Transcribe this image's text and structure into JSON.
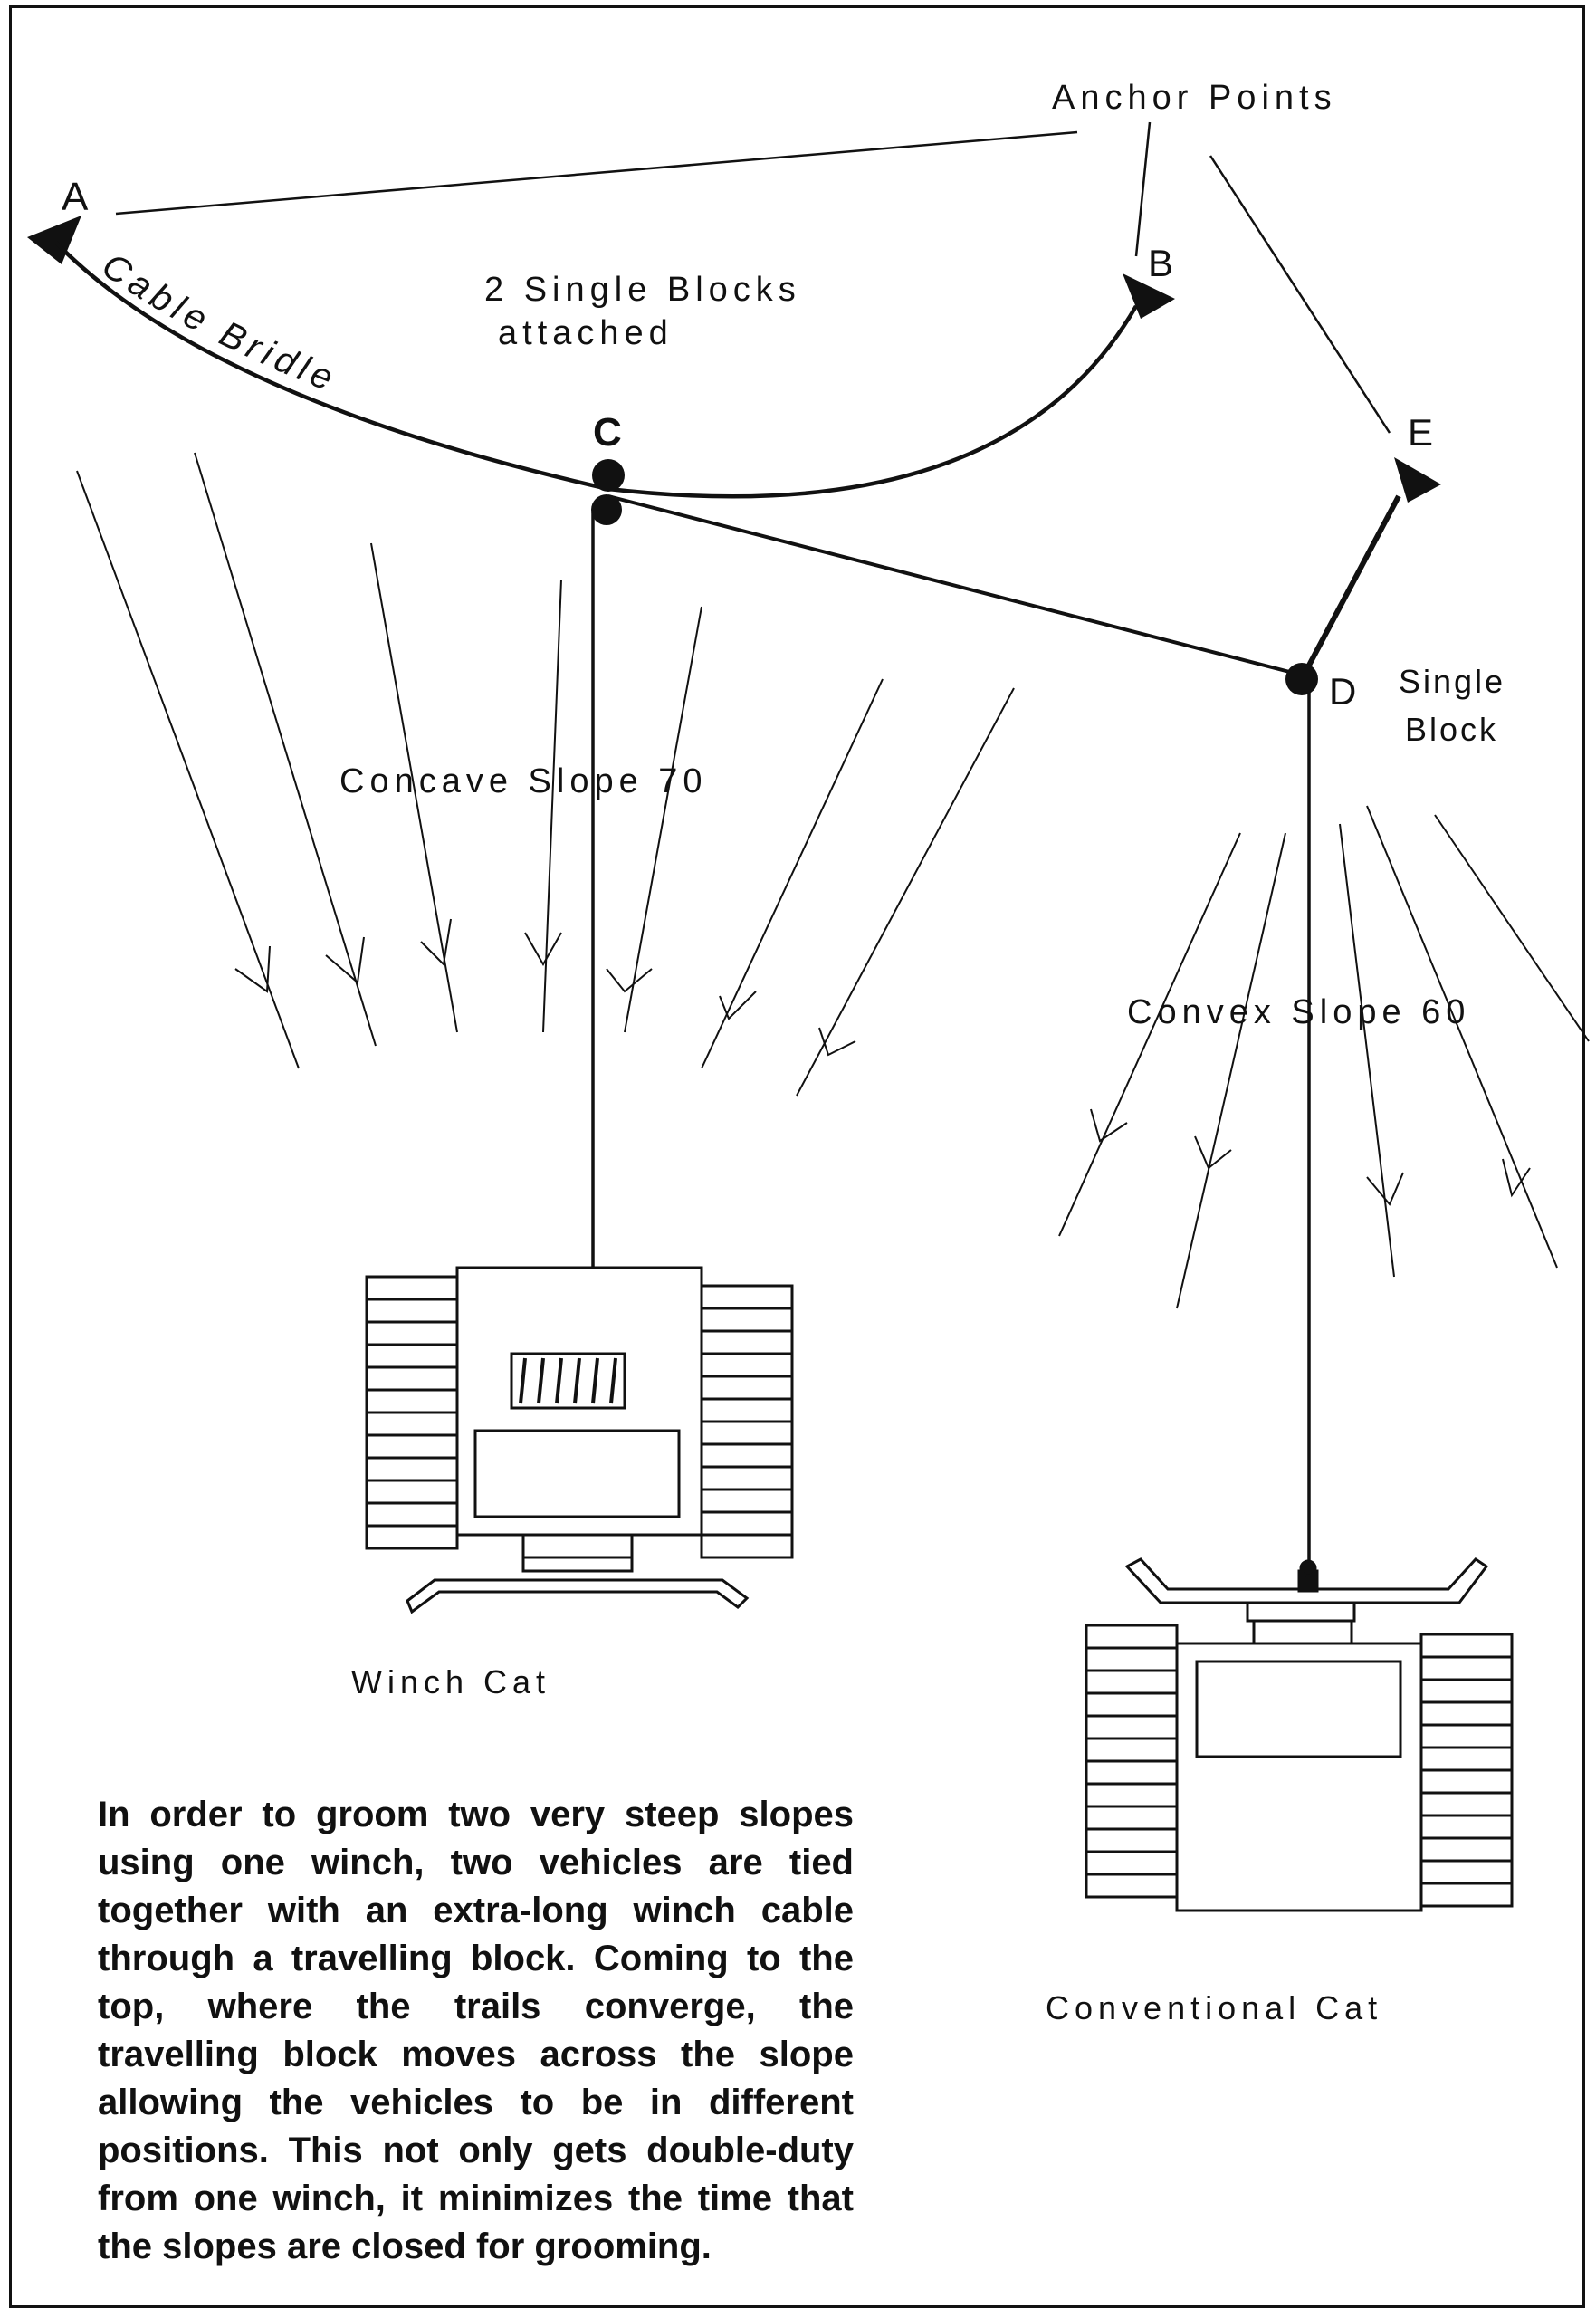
{
  "labels": {
    "anchor_points": "Anchor Points",
    "point_a": "A",
    "point_b": "B",
    "point_c": "C",
    "point_d": "D",
    "point_e": "E",
    "blocks_line1": "2 Single Blocks",
    "blocks_line2": "attached",
    "cable_bridle": "Cable Bridle",
    "single_block_line1": "Single",
    "single_block_line2": "Block",
    "concave_slope": "Concave Slope 70",
    "convex_slope": "Convex Slope 60",
    "winch_cat": "Winch Cat",
    "conventional_cat": "Conventional Cat"
  },
  "caption": "In order to groom two very steep slopes using one winch, two vehicles are tied together with an extra-long winch cable through a travelling block. Coming to the top, where the trails converge, the travelling block moves across the slope allowing the vehicles to be in different positions. This not only gets double-duty from one winch, it minimizes the time that the slopes are closed for grooming."
}
